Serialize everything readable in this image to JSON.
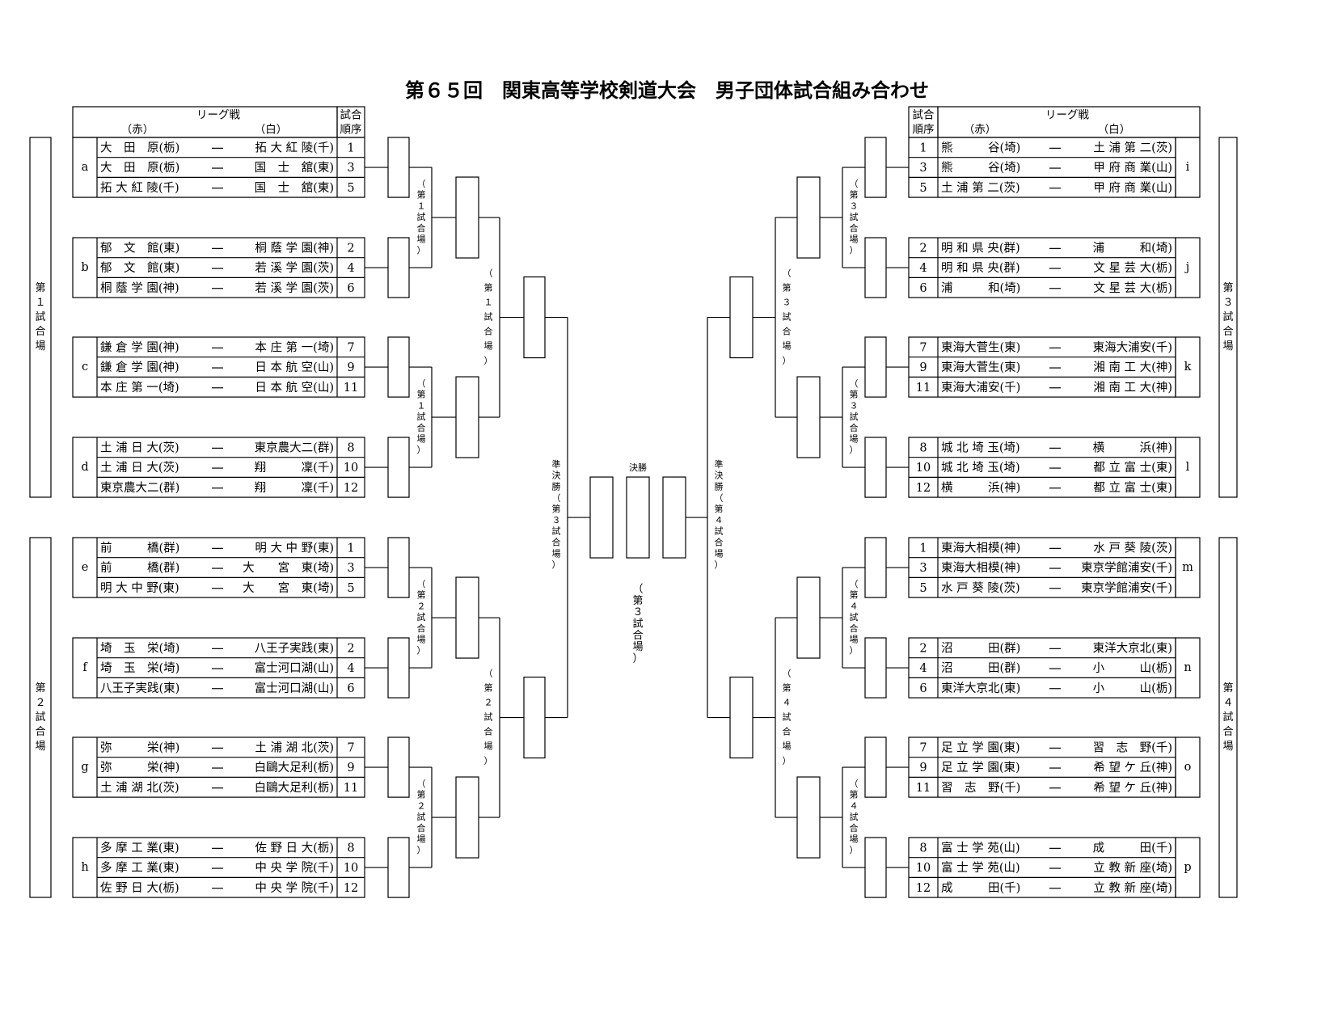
{
  "title": "第６５回　関東高等学校剣道大会　男子団体試合組み合わせ",
  "header": {
    "league": "リーグ戦",
    "red": "（赤）",
    "white": "（白）",
    "order_line1": "試合",
    "order_line2": "順序"
  },
  "venues": {
    "v1": "第１試合場",
    "v2": "第２試合場",
    "v3": "第３試合場",
    "v4": "第４試合場"
  },
  "bracket": {
    "paren_v1": "（第１試合場）",
    "paren_v2": "（第２試合場）",
    "paren_v3": "（第３試合場）",
    "paren_v4": "（第４試合場）",
    "semi_left": "準決勝（第３試合場）",
    "semi_right": "準決勝（第４試合場）",
    "final": "決勝",
    "final_venue": "（第３試合場）"
  },
  "left_groups": [
    {
      "letter": "a",
      "rows": [
        {
          "red": "大　田　原(栃)",
          "white": "拓 大 紅 陵(千)",
          "order": "1"
        },
        {
          "red": "大　田　原(栃)",
          "white": "国　士　舘(東)",
          "order": "3"
        },
        {
          "red": "拓 大 紅 陵(千)",
          "white": "国　士　舘(東)",
          "order": "5"
        }
      ]
    },
    {
      "letter": "b",
      "rows": [
        {
          "red": "郁　文　館(東)",
          "white": "桐 蔭 学 園(神)",
          "order": "2"
        },
        {
          "red": "郁　文　館(東)",
          "white": "若 溪 学 園(茨)",
          "order": "4"
        },
        {
          "red": "桐 蔭 学 園(神)",
          "white": "若 溪 学 園(茨)",
          "order": "6"
        }
      ]
    },
    {
      "letter": "c",
      "rows": [
        {
          "red": "鎌 倉 学 園(神)",
          "white": "本 庄 第 一(埼)",
          "order": "7"
        },
        {
          "red": "鎌 倉 学 園(神)",
          "white": "日 本 航 空(山)",
          "order": "9"
        },
        {
          "red": "本 庄 第 一(埼)",
          "white": "日 本 航 空(山)",
          "order": "11"
        }
      ]
    },
    {
      "letter": "d",
      "rows": [
        {
          "red": "土 浦 日 大(茨)",
          "white": "東京農大二(群)",
          "order": "8"
        },
        {
          "red": "土 浦 日 大(茨)",
          "white": "翔　　　凜(千)",
          "order": "10"
        },
        {
          "red": "東京農大二(群)",
          "white": "翔　　　凜(千)",
          "order": "12"
        }
      ]
    },
    {
      "letter": "e",
      "rows": [
        {
          "red": "前　　　橋(群)",
          "white": "明 大 中 野(東)",
          "order": "1"
        },
        {
          "red": "前　　　橋(群)",
          "white": "大　　宮　東(埼)",
          "order": "3"
        },
        {
          "red": "明 大 中 野(東)",
          "white": "大　　宮　東(埼)",
          "order": "5"
        }
      ]
    },
    {
      "letter": "f",
      "rows": [
        {
          "red": "埼　玉　栄(埼)",
          "white": "八王子実践(東)",
          "order": "2"
        },
        {
          "red": "埼　玉　栄(埼)",
          "white": "富士河口湖(山)",
          "order": "4"
        },
        {
          "red": "八王子実践(東)",
          "white": "富士河口湖(山)",
          "order": "6"
        }
      ]
    },
    {
      "letter": "g",
      "rows": [
        {
          "red": "弥　　　栄(神)",
          "white": "土 浦 湖 北(茨)",
          "order": "7"
        },
        {
          "red": "弥　　　栄(神)",
          "white": "白鷗大足利(栃)",
          "order": "9"
        },
        {
          "red": "土 浦 湖 北(茨)",
          "white": "白鷗大足利(栃)",
          "order": "11"
        }
      ]
    },
    {
      "letter": "h",
      "rows": [
        {
          "red": "多 摩 工 業(東)",
          "white": "佐 野 日 大(栃)",
          "order": "8"
        },
        {
          "red": "多 摩 工 業(東)",
          "white": "中 央 学 院(千)",
          "order": "10"
        },
        {
          "red": "佐 野 日 大(栃)",
          "white": "中 央 学 院(千)",
          "order": "12"
        }
      ]
    }
  ],
  "right_groups": [
    {
      "letter": "i",
      "rows": [
        {
          "order": "1",
          "red": "熊　　　谷(埼)",
          "white": "土 浦 第 二(茨)"
        },
        {
          "order": "3",
          "red": "熊　　　谷(埼)",
          "white": "甲 府 商 業(山)"
        },
        {
          "order": "5",
          "red": "土 浦 第 二(茨)",
          "white": "甲 府 商 業(山)"
        }
      ]
    },
    {
      "letter": "j",
      "rows": [
        {
          "order": "2",
          "red": "明 和 県 央(群)",
          "white": "浦　　　和(埼)"
        },
        {
          "order": "4",
          "red": "明 和 県 央(群)",
          "white": "文 星 芸 大(栃)"
        },
        {
          "order": "6",
          "red": "浦　　　和(埼)",
          "white": "文 星 芸 大(栃)"
        }
      ]
    },
    {
      "letter": "k",
      "rows": [
        {
          "order": "7",
          "red": "東海大菅生(東)",
          "white": "東海大浦安(千)"
        },
        {
          "order": "9",
          "red": "東海大菅生(東)",
          "white": "湘 南 工 大(神)"
        },
        {
          "order": "11",
          "red": "東海大浦安(千)",
          "white": "湘 南 工 大(神)"
        }
      ]
    },
    {
      "letter": "l",
      "rows": [
        {
          "order": "8",
          "red": "城 北 埼 玉(埼)",
          "white": "横　　　浜(神)"
        },
        {
          "order": "10",
          "red": "城 北 埼 玉(埼)",
          "white": "都 立 富 士(東)"
        },
        {
          "order": "12",
          "red": "横　　　浜(神)",
          "white": "都 立 富 士(東)"
        }
      ]
    },
    {
      "letter": "m",
      "rows": [
        {
          "order": "1",
          "red": "東海大相模(神)",
          "white": "水 戸 葵 陵(茨)"
        },
        {
          "order": "3",
          "red": "東海大相模(神)",
          "white": "東京学館浦安(千)"
        },
        {
          "order": "5",
          "red": "水 戸 葵 陵(茨)",
          "white": "東京学館浦安(千)"
        }
      ]
    },
    {
      "letter": "n",
      "rows": [
        {
          "order": "2",
          "red": "沼　　　田(群)",
          "white": "東洋大京北(東)"
        },
        {
          "order": "4",
          "red": "沼　　　田(群)",
          "white": "小　　　山(栃)"
        },
        {
          "order": "6",
          "red": "東洋大京北(東)",
          "white": "小　　　山(栃)"
        }
      ]
    },
    {
      "letter": "o",
      "rows": [
        {
          "order": "7",
          "red": "足 立 学 園(東)",
          "white": "習　志　野(千)"
        },
        {
          "order": "9",
          "red": "足 立 学 園(東)",
          "white": "希 望 ケ 丘(神)"
        },
        {
          "order": "11",
          "red": "習　志　野(千)",
          "white": "希 望 ケ 丘(神)"
        }
      ]
    },
    {
      "letter": "p",
      "rows": [
        {
          "order": "8",
          "red": "富 士 学 苑(山)",
          "white": "成　　　田(千)"
        },
        {
          "order": "10",
          "red": "富 士 学 苑(山)",
          "white": "立 教 新 座(埼)"
        },
        {
          "order": "12",
          "red": "成　　　田(千)",
          "white": "立 教 新 座(埼)"
        }
      ]
    }
  ]
}
